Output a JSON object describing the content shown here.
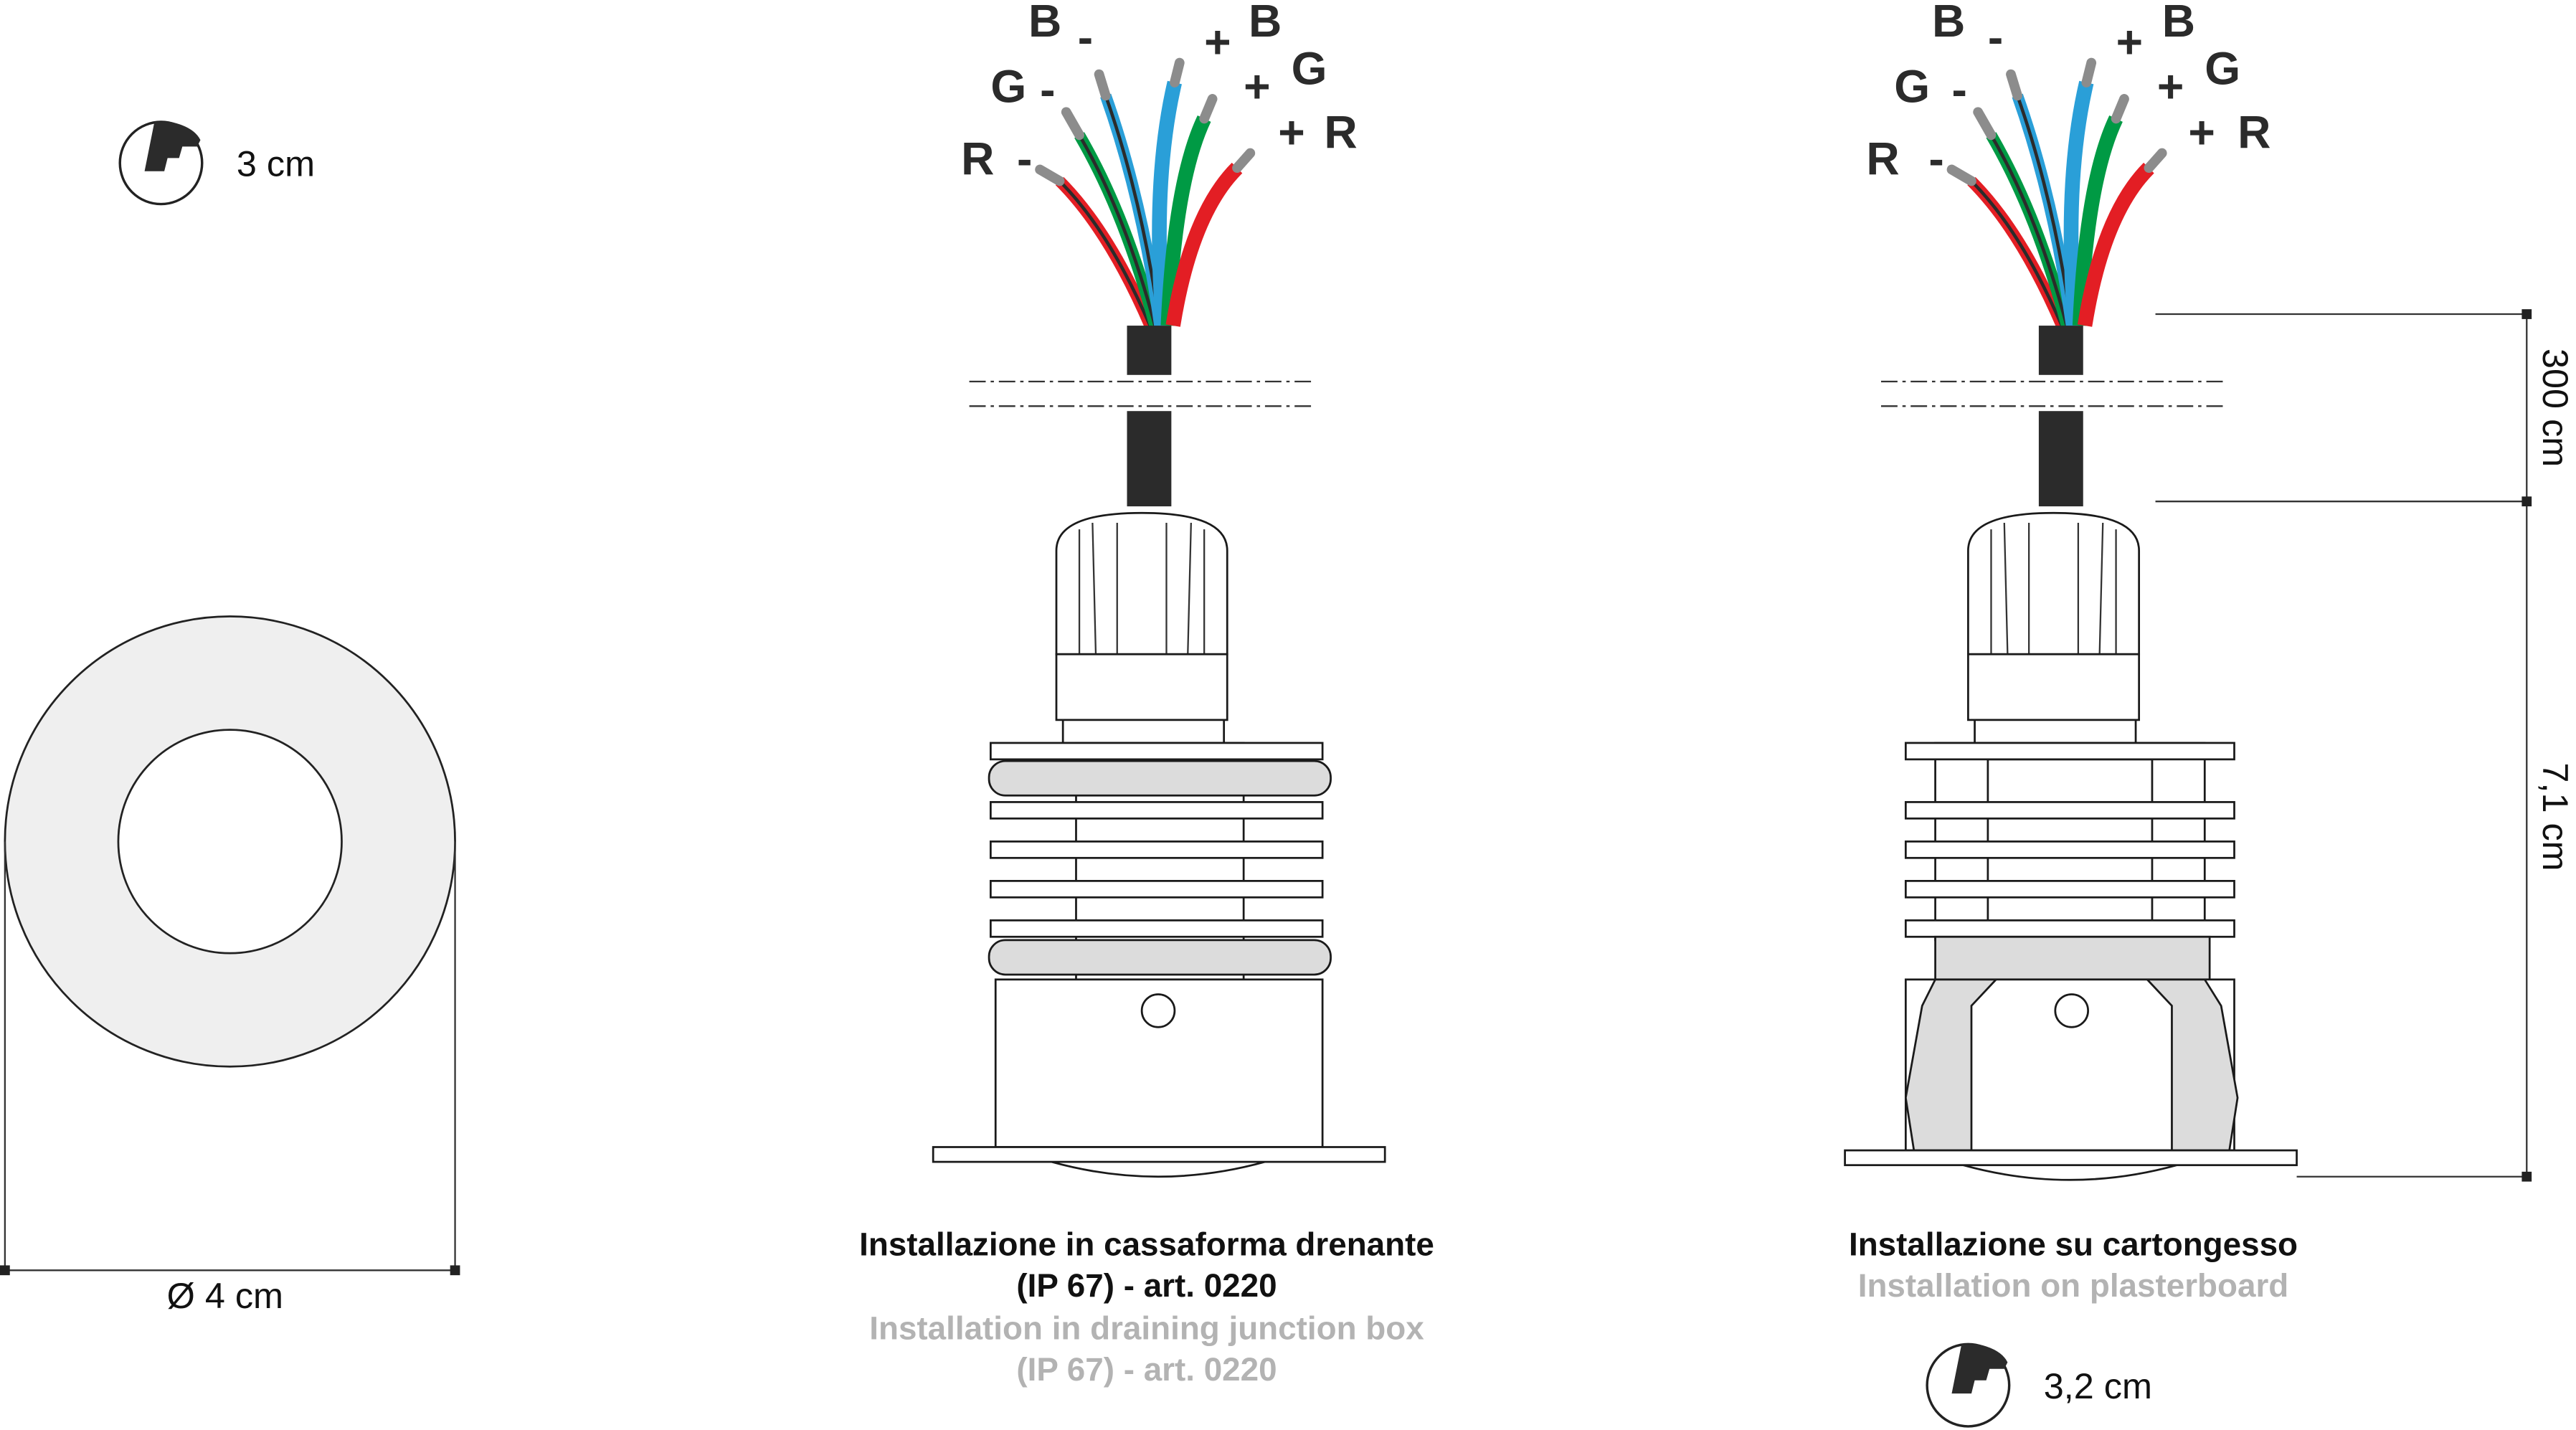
{
  "left_view": {
    "size_label": "3 cm",
    "diameter_label": "Ø 4 cm"
  },
  "wire_labels": {
    "b_minus": [
      "B",
      "-"
    ],
    "g_minus": [
      "G",
      "-"
    ],
    "r_minus": [
      "R",
      "-"
    ],
    "b_plus": [
      "+",
      "B"
    ],
    "g_plus": [
      "+",
      "G"
    ],
    "r_plus": [
      "+",
      "R"
    ]
  },
  "fixture_drenante": {
    "title_it_1": "Installazione in cassaforma drenante",
    "title_it_2": "(IP 67) - art. 0220",
    "title_en_1": "Installation in draining junction box",
    "title_en_2": "(IP 67) - art. 0220"
  },
  "fixture_cartongesso": {
    "title_it": "Installazione su cartongesso",
    "title_en": "Installation on plasterboard",
    "size_label": "3,2 cm",
    "cable_length": "300 cm",
    "height": "7,1 cm"
  },
  "colors": {
    "red": "#e31e24",
    "green": "#009a44",
    "blue": "#2a9fd8",
    "cable": "#2b2b2b",
    "tip": "#8c8c8c"
  }
}
